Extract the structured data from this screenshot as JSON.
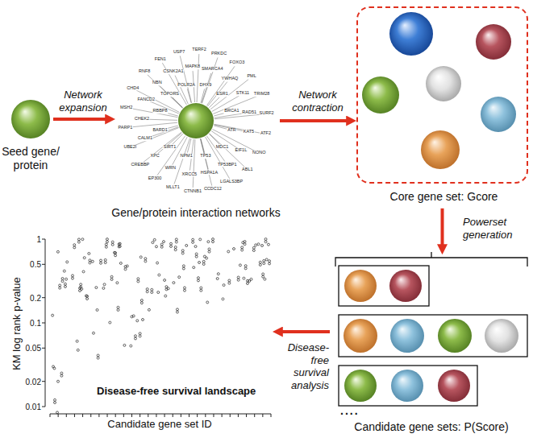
{
  "diagram": {
    "nodes": [
      {
        "text": [
          "Seed gene/ protein"
        ]
      },
      {
        "text": [
          "Gene/protein interaction networks"
        ]
      },
      {
        "text": [
          "Core gene set: Gcore"
        ]
      },
      {
        "text": [
          "Candidate gene sets: P(Score)"
        ]
      },
      {
        "text": [
          "Disease-free survival landscape"
        ]
      }
    ],
    "edges": [
      {
        "from": 0,
        "to": 1,
        "label": "Network expansion",
        "arrow": "to"
      },
      {
        "from": 1,
        "to": 2,
        "label": "Network contraction",
        "arrow": "to"
      },
      {
        "from": 2,
        "to": 3,
        "label": "Powerset generation",
        "arrow": "to"
      },
      {
        "from": 3,
        "to": 4,
        "label": "Disease-free survival analysis",
        "arrow": "to"
      }
    ],
    "labels": [
      "DHX9",
      "ESR1",
      "BRCA1",
      "ATR",
      "MDC1",
      "TP53",
      "NPM1",
      "SIRT1",
      "BARD1",
      "RBBP8",
      "TOPORS",
      "POLR2A",
      "SMARCA4",
      "YWHAQ",
      "STK11",
      "RAD51",
      "KAT5",
      "EIF1L",
      "TP53BP1",
      "HSPA1A",
      "XRCC5",
      "WRN",
      "XPC",
      "CALM1",
      "CHEK2",
      "FANCD2",
      "NBN",
      "CSNK2A1",
      "MAPK8",
      "PRKDC",
      "FOXO3",
      "PML",
      "TRIM28",
      "SURF2",
      "ATF2",
      "NONO",
      "ABL1",
      "LGALS3BP",
      "CCDC12",
      "CTNNB1",
      "MLLT1",
      "EP300",
      "CREBBP",
      "UBE2I",
      "PARP1",
      "MSH2",
      "CHD4",
      "RNF8",
      "FEN1",
      "USP7",
      "TERF2",
      "KM log rank p-value",
      "1",
      "0.5",
      "0.2",
      "0.1",
      "0.05",
      "0.02",
      "0.01",
      "Candidate gene set ID",
      "...."
    ]
  }
}
